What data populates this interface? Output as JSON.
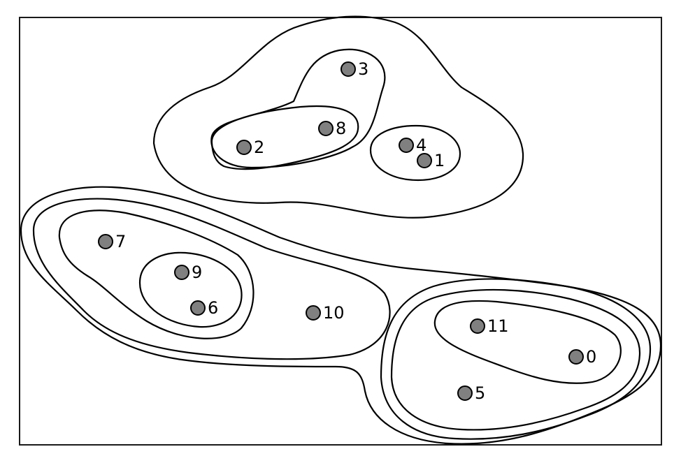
{
  "diagram": {
    "node_color": "#808080",
    "line_color": "#000000",
    "nodes": [
      {
        "id": "0",
        "label": "0"
      },
      {
        "id": "1",
        "label": "1"
      },
      {
        "id": "2",
        "label": "2"
      },
      {
        "id": "3",
        "label": "3"
      },
      {
        "id": "4",
        "label": "4"
      },
      {
        "id": "5",
        "label": "5"
      },
      {
        "id": "6",
        "label": "6"
      },
      {
        "id": "7",
        "label": "7"
      },
      {
        "id": "8",
        "label": "8"
      },
      {
        "id": "9",
        "label": "9"
      },
      {
        "id": "10",
        "label": "10"
      },
      {
        "id": "11",
        "label": "11"
      }
    ],
    "clusters": [
      {
        "id": "top-outer",
        "members": [
          "1",
          "2",
          "3",
          "4",
          "8"
        ]
      },
      {
        "id": "top-3-8-2",
        "members": [
          "2",
          "3",
          "8"
        ]
      },
      {
        "id": "top-2-8",
        "members": [
          "2",
          "8"
        ]
      },
      {
        "id": "top-4-1",
        "members": [
          "1",
          "4"
        ]
      },
      {
        "id": "bottom-outer",
        "members": [
          "0",
          "5",
          "6",
          "7",
          "9",
          "10",
          "11"
        ]
      },
      {
        "id": "bottom-left-mid",
        "members": [
          "6",
          "7",
          "9",
          "10"
        ]
      },
      {
        "id": "bottom-left-in",
        "members": [
          "6",
          "7",
          "9"
        ]
      },
      {
        "id": "bottom-9-6",
        "members": [
          "6",
          "9"
        ]
      },
      {
        "id": "bottom-right-mid",
        "members": [
          "0",
          "5",
          "11"
        ]
      },
      {
        "id": "bottom-right-in",
        "members": [
          "0",
          "5",
          "11"
        ]
      },
      {
        "id": "bottom-11-0",
        "members": [
          "0",
          "11"
        ]
      }
    ]
  }
}
